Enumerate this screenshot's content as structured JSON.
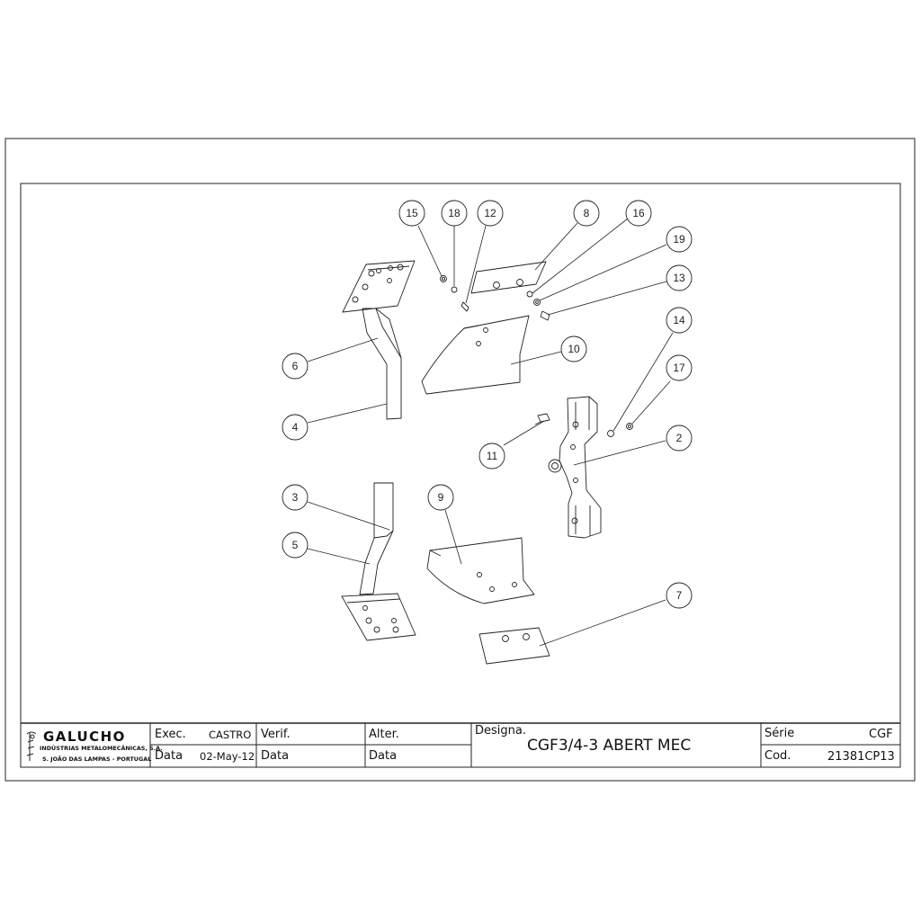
{
  "callouts": [
    "15",
    "18",
    "12",
    "8",
    "16",
    "19",
    "13",
    "10",
    "6",
    "4",
    "14",
    "17",
    "2",
    "11",
    "3",
    "9",
    "5",
    "7"
  ],
  "title_block": {
    "company": {
      "name": "GALUCHO",
      "line1": "INDÚSTRIAS METALOMECÂNICAS, S.A.",
      "line2": "S. JOÃO DAS LAMPAS - PORTUGAL"
    },
    "exec_label": "Exec.",
    "exec_value": "CASTRO",
    "data_label": "Data",
    "data_value": "02-May-12",
    "verif_label": "Verif.",
    "verif_data_label": "Data",
    "alter_label": "Alter.",
    "alter_data_label": "Data",
    "designa_label": "Designa.",
    "designa_value": "CGF3/4-3 ABERT MEC",
    "serie_label": "Série",
    "serie_value": "CGF",
    "cod_label": "Cod.",
    "cod_value": "21381CP13"
  }
}
